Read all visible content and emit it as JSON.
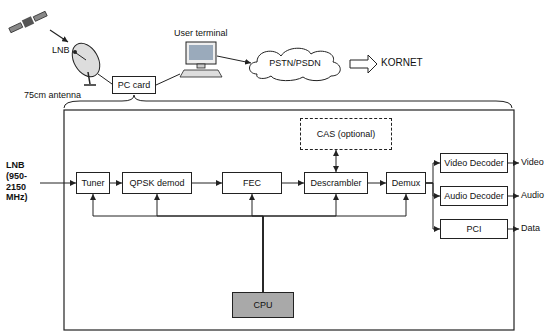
{
  "diagram": {
    "nodes": [
      {
        "text": [
          "PC card"
        ]
      },
      {
        "text": [
          "PSTN/PSDN"
        ]
      },
      {
        "text": [
          "CAS (optional)"
        ]
      },
      {
        "text": [
          "Tuner"
        ]
      },
      {
        "text": [
          "QPSK demod"
        ]
      },
      {
        "text": [
          "FEC"
        ]
      },
      {
        "text": [
          "Descrambler"
        ]
      },
      {
        "text": [
          "Demux"
        ]
      },
      {
        "text": [
          "Video Decoder"
        ]
      },
      {
        "text": [
          "Audio Decoder"
        ]
      },
      {
        "text": [
          "PCI"
        ]
      },
      {
        "text": [
          "CPU"
        ]
      }
    ],
    "edges": [
      {
        "from": 3,
        "to": 4,
        "arrow": "to"
      },
      {
        "from": 4,
        "to": 5,
        "arrow": "to"
      },
      {
        "from": 5,
        "to": 6,
        "arrow": "to"
      },
      {
        "from": 6,
        "to": 7,
        "arrow": "to"
      },
      {
        "from": 2,
        "to": 6,
        "arrow": "both"
      },
      {
        "from": 7,
        "to": 8,
        "arrow": "to"
      },
      {
        "from": 7,
        "to": 9,
        "arrow": "to"
      },
      {
        "from": 7,
        "to": 10,
        "arrow": "to"
      },
      {
        "from": 11,
        "to": 3,
        "arrow": "to"
      },
      {
        "from": 11,
        "to": 4,
        "arrow": "to"
      },
      {
        "from": 11,
        "to": 5,
        "arrow": "to"
      },
      {
        "from": 11,
        "to": 6,
        "arrow": "to"
      },
      {
        "from": 11,
        "to": 7,
        "arrow": "to"
      }
    ],
    "labels": [
      "LNB",
      "75cm antenna",
      "User terminal",
      "KORNET",
      "LNB (950- 2150 MHz)",
      "Video",
      "Audio",
      "Data"
    ]
  }
}
